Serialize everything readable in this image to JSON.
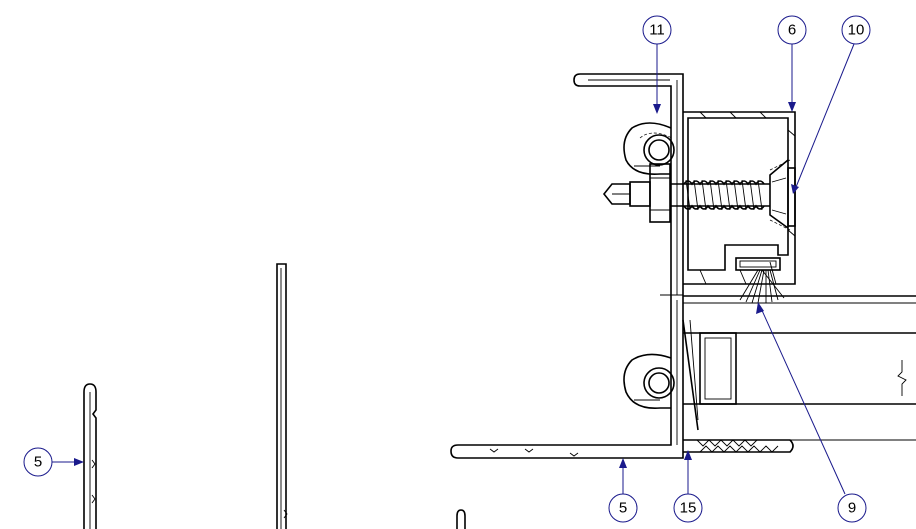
{
  "callouts": {
    "c11": "11",
    "c6": "6",
    "c10": "10",
    "c5_left": "5",
    "c5_bottom": "5",
    "c15": "15",
    "c9": "9"
  },
  "colors": {
    "line": "#000000",
    "leader": "#1a1a8c",
    "background": "#ffffff"
  }
}
